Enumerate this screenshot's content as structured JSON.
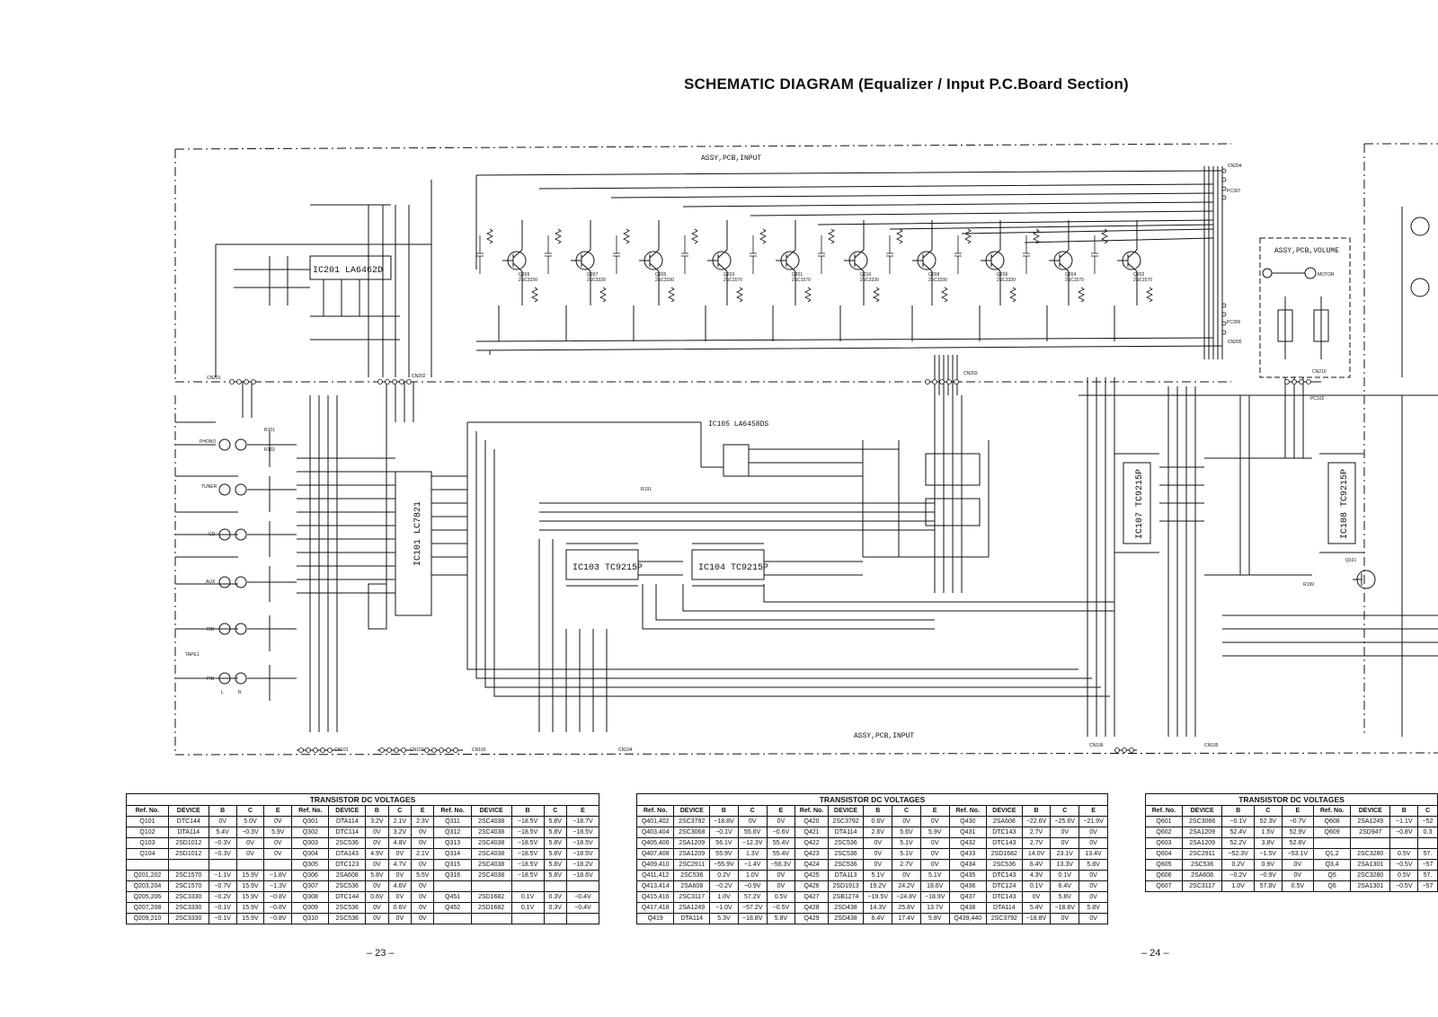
{
  "title": "SCHEMATIC DIAGRAM (Equalizer / Input P.C.Board Section)",
  "labels": {
    "assy_input_top": "ASSY,PCB,INPUT",
    "assy_input_bottom": "ASSY,PCB,INPUT",
    "assy_volume": "ASSY,PCB,VOLUME",
    "motor": "MOTOR",
    "ic201": "IC201 LA6462D",
    "ic105": "IC105 LA6458DS",
    "ic101": "IC101 LC7821",
    "ic103": "IC103 TC9215P",
    "ic104": "IC104 TC9215P",
    "ic107": "IC107 TC9215P",
    "ic108": "IC108 TC9215P",
    "cn201": "CN201",
    "cn202": "CN202",
    "cn203": "CN203",
    "cn204": "CN204",
    "cn205": "CN205",
    "cn101": "CN101",
    "cn102": "CN102",
    "cn103": "CN103",
    "cn104": "CN104",
    "cn105": "CN105",
    "cn106": "CN106",
    "cn210": "CN210",
    "pc102": "PC102",
    "pc307": "PC307",
    "pc306": "PC306",
    "phono": "PHONO",
    "tuner": "TUNER",
    "cd": "CD",
    "aux": "AUX",
    "rd": "R/D",
    "tape1": "TAPE1",
    "pb": "P/B",
    "l": "L",
    "r": "R",
    "r101": "R101",
    "r102": "R102",
    "r191": "R191",
    "r199": "R199",
    "q101": "Q101"
  },
  "eq_stages": [
    {
      "q": "Q209",
      "t": "2SC3330"
    },
    {
      "q": "Q207",
      "t": "2SC3330"
    },
    {
      "q": "Q205",
      "t": "2SC3330"
    },
    {
      "q": "Q203",
      "t": "2SC1570"
    },
    {
      "q": "Q201",
      "t": "2SC1570"
    },
    {
      "q": "Q210",
      "t": "2SC3330"
    },
    {
      "q": "Q208",
      "t": "2SC3330"
    },
    {
      "q": "Q206",
      "t": "2SC3330"
    },
    {
      "q": "Q204",
      "t": "2SC1570"
    },
    {
      "q": "Q202",
      "t": "2SC1570"
    }
  ],
  "table_title": "TRANSISTOR DC VOLTAGES",
  "table_headers": [
    "Ref. No.",
    "DEVICE",
    "B",
    "C",
    "E"
  ],
  "table1": [
    [
      [
        "Q101",
        "DTC144",
        "0V",
        "5.0V",
        "0V"
      ],
      [
        "Q301",
        "DTA114",
        "3.2V",
        "2.1V",
        "2.3V"
      ],
      [
        "Q311",
        "2SC4038",
        "−18.5V",
        "5.8V",
        "−18.7V"
      ]
    ],
    [
      [
        "Q102",
        "DTA114",
        "5.4V",
        "−0.3V",
        "5.9V"
      ],
      [
        "Q302",
        "DTC114",
        "0V",
        "3.2V",
        "0V"
      ],
      [
        "Q312",
        "2SC4038",
        "−18.5V",
        "5.8V",
        "−18.5V"
      ]
    ],
    [
      [
        "Q103",
        "2SD1012",
        "−0.3V",
        "0V",
        "0V"
      ],
      [
        "Q303",
        "2SC536",
        "0V",
        "4.8V",
        "0V"
      ],
      [
        "Q313",
        "2SC4038",
        "−18.5V",
        "5.8V",
        "−18.5V"
      ]
    ],
    [
      [
        "Q104",
        "2SD1012",
        "−0.3V",
        "0V",
        "0V"
      ],
      [
        "Q304",
        "DTA143",
        "4.9V",
        "0V",
        "2.1V"
      ],
      [
        "Q314",
        "2SC4038",
        "−18.5V",
        "5.8V",
        "−18.5V"
      ]
    ],
    [
      [
        "",
        "",
        "",
        "",
        ""
      ],
      [
        "Q305",
        "DTC123",
        "0V",
        "4.7V",
        "0V"
      ],
      [
        "Q315",
        "2SC4038",
        "−18.5V",
        "5.8V",
        "−18.2V"
      ]
    ],
    [
      [
        "Q201,202",
        "2SC1570",
        "−1.1V",
        "15.9V",
        "−1.8V"
      ],
      [
        "Q306",
        "2SA608",
        "5.8V",
        "0V",
        "5.5V"
      ],
      [
        "Q316",
        "2SC4038",
        "−18.5V",
        "5.8V",
        "−18.6V"
      ]
    ],
    [
      [
        "Q203,204",
        "2SC1570",
        "−0.7V",
        "15.9V",
        "−1.3V"
      ],
      [
        "Q307",
        "2SC536",
        "0V",
        "4.6V",
        "0V"
      ],
      [
        "",
        "",
        "",
        "",
        ""
      ]
    ],
    [
      [
        "Q205,206",
        "2SC3330",
        "−0.2V",
        "15.9V",
        "−0.8V"
      ],
      [
        "Q308",
        "DTC144",
        "0.6V",
        "0V",
        "0V"
      ],
      [
        "Q451",
        "2SD1682",
        "0.1V",
        "0.3V",
        "−0.4V"
      ]
    ],
    [
      [
        "Q207,208",
        "2SC3330",
        "−0.1V",
        "15.9V",
        "−0.8V"
      ],
      [
        "Q309",
        "2SC536",
        "0V",
        "0.6V",
        "0V"
      ],
      [
        "Q452",
        "2SD1682",
        "0.1V",
        "0.3V",
        "−0.4V"
      ]
    ],
    [
      [
        "Q209,210",
        "2SC3330",
        "−0.1V",
        "15.9V",
        "−0.8V"
      ],
      [
        "Q310",
        "2SC536",
        "0V",
        "0V",
        "0V"
      ],
      [
        "",
        "",
        "",
        "",
        ""
      ]
    ]
  ],
  "table2": [
    [
      [
        "Q401,402",
        "2SC3792",
        "−18.8V",
        "0V",
        "0V"
      ],
      [
        "Q420",
        "2SC3792",
        "0.6V",
        "0V",
        "0V"
      ],
      [
        "Q430",
        "2SA608",
        "−22.6V",
        "−25.6V",
        "−21.9V"
      ]
    ],
    [
      [
        "Q403,404",
        "2SC3068",
        "−0.1V",
        "55.6V",
        "−0.6V"
      ],
      [
        "Q421",
        "DTA114",
        "2.6V",
        "5.6V",
        "5.9V"
      ],
      [
        "Q431",
        "DTC143",
        "2.7V",
        "0V",
        "0V"
      ]
    ],
    [
      [
        "Q405,406",
        "2SA1209",
        "56.1V",
        "−12.3V",
        "55.4V"
      ],
      [
        "Q422",
        "2SC536",
        "0V",
        "5.1V",
        "0V"
      ],
      [
        "Q432",
        "DTC143",
        "2.7V",
        "0V",
        "0V"
      ]
    ],
    [
      [
        "Q407,408",
        "2SA1209",
        "55.9V",
        "1.3V",
        "55.4V"
      ],
      [
        "Q423",
        "2SC536",
        "0V",
        "5.1V",
        "0V"
      ],
      [
        "Q433",
        "2SD1682",
        "14.0V",
        "23.1V",
        "13.4V"
      ]
    ],
    [
      [
        "Q409,410",
        "2SC2911",
        "−55.9V",
        "−1.4V",
        "−56.3V"
      ],
      [
        "Q424",
        "2SC536",
        "0V",
        "2.7V",
        "0V"
      ],
      [
        "Q434",
        "2SC536",
        "6.4V",
        "13.3V",
        "5.8V"
      ]
    ],
    [
      [
        "Q411,412",
        "2SC536",
        "0.2V",
        "1.0V",
        "0V"
      ],
      [
        "Q425",
        "DTA113",
        "5.1V",
        "0V",
        "5.1V"
      ],
      [
        "Q435",
        "DTC143",
        "4.3V",
        "0.1V",
        "0V"
      ]
    ],
    [
      [
        "Q413,414",
        "2SA608",
        "−0.2V",
        "−0.9V",
        "0V"
      ],
      [
        "Q426",
        "2SD1913",
        "19.2V",
        "24.2V",
        "18.6V"
      ],
      [
        "Q436",
        "DTC124",
        "0.1V",
        "6.4V",
        "0V"
      ]
    ],
    [
      [
        "Q415,416",
        "2SC3117",
        "1.0V",
        "57.2V",
        "0.5V"
      ],
      [
        "Q427",
        "2SB1274",
        "−19.5V",
        "−24.8V",
        "−18.9V"
      ],
      [
        "Q437",
        "DTC143",
        "0V",
        "5.8V",
        "0V"
      ]
    ],
    [
      [
        "Q417,418",
        "2SA1249",
        "−1.0V",
        "−57.2V",
        "−0.5V"
      ],
      [
        "Q428",
        "2SD438",
        "14.3V",
        "25.8V",
        "13.7V"
      ],
      [
        "Q438",
        "DTA114",
        "5.4V",
        "−18.8V",
        "5.8V"
      ]
    ],
    [
      [
        "Q419",
        "DTA114",
        "5.3V",
        "−18.8V",
        "5.8V"
      ],
      [
        "Q429",
        "2SD438",
        "6.4V",
        "17.4V",
        "5.8V"
      ],
      [
        "Q439,440",
        "2SC3792",
        "−18.8V",
        "0V",
        "0V"
      ]
    ]
  ],
  "table3": [
    [
      [
        "Q601",
        "2SC3066",
        "−0.1V",
        "52.3V",
        "−0.7V"
      ],
      [
        "Q608",
        "2SA1249",
        "−1.1V",
        "−52"
      ]
    ],
    [
      [
        "Q602",
        "2SA1209",
        "52.4V",
        "1.5V",
        "52.9V"
      ],
      [
        "Q609",
        "2SD947",
        "−0.8V",
        "0.3"
      ]
    ],
    [
      [
        "Q603",
        "2SA1209",
        "52.2V",
        "3.8V",
        "52.8V"
      ],
      [
        "",
        "",
        "",
        ""
      ]
    ],
    [
      [
        "Q604",
        "2SC2911",
        "−52.3V",
        "−1.5V",
        "−53.1V"
      ],
      [
        "Q1,2",
        "2SC3280",
        "0.5V",
        "57."
      ]
    ],
    [
      [
        "Q605",
        "2SC536",
        "0.2V",
        "0.9V",
        "0V"
      ],
      [
        "Q3,4",
        "2SA1301",
        "−0.5V",
        "−57"
      ]
    ],
    [
      [
        "Q606",
        "2SA608",
        "−0.2V",
        "−0.9V",
        "0V"
      ],
      [
        "Q5",
        "2SC3280",
        "0.5V",
        "57."
      ]
    ],
    [
      [
        "Q607",
        "2SC3117",
        "1.0V",
        "57.8V",
        "0.5V"
      ],
      [
        "Q6",
        "2SA1301",
        "−0.5V",
        "−57"
      ]
    ]
  ],
  "table3_headers": [
    "Ref. No.",
    "DEVICE",
    "B",
    "C",
    "E",
    "Ref. No.",
    "DEVICE",
    "B",
    "C"
  ],
  "page_left": "– 23 –",
  "page_right": "– 24 –"
}
